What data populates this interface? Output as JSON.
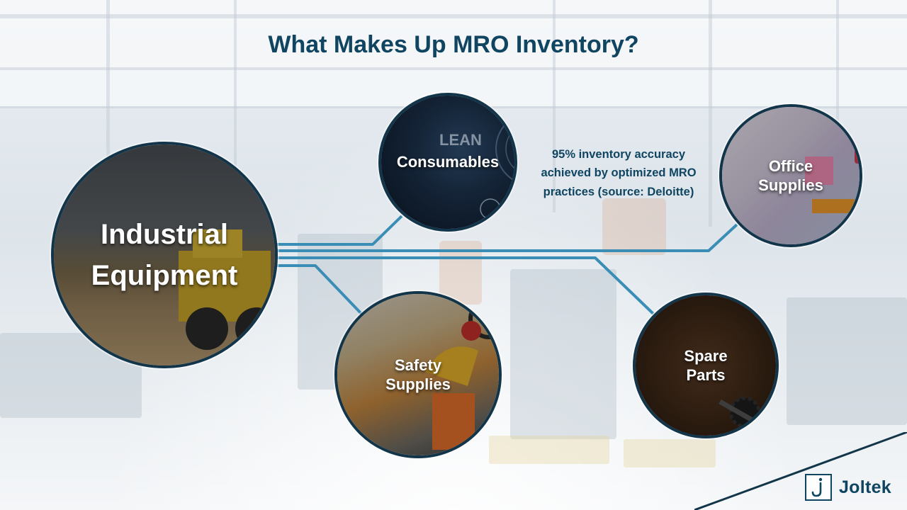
{
  "slide": {
    "title": "What Makes Up MRO Inventory?"
  },
  "categories": {
    "industrial": {
      "label_line1": "Industrial",
      "label_line2": "Equipment"
    },
    "consumables": {
      "label": "Consumables",
      "inner_text": "LEAN"
    },
    "office": {
      "label_line1": "Office",
      "label_line2": "Supplies"
    },
    "safety": {
      "label_line1": "Safety",
      "label_line2": "Supplies"
    },
    "spare": {
      "label_line1": "Spare",
      "label_line2": "Parts"
    }
  },
  "stat": {
    "line1": "95% inventory accuracy",
    "line2": "achieved by optimized MRO",
    "line3": "practices (source: Deloitte)"
  },
  "brand": {
    "name": "Joltek",
    "icon": "joltek-j-logo-icon",
    "color": "#0f4561"
  },
  "colors": {
    "title": "#0f4561",
    "connector": "#3a8db5",
    "circle_border": "#13354a"
  }
}
